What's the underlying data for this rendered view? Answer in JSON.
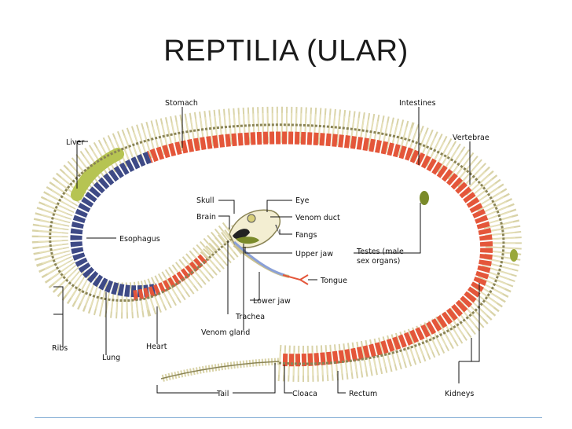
{
  "title": "REPTILIA (ULAR)",
  "labels": {
    "stomach": "Stomach",
    "intestines": "Intestines",
    "liver": "Liver",
    "vertebrae": "Vertebrae",
    "skull": "Skull",
    "brain": "Brain",
    "eye": "Eye",
    "venom_duct": "Venom duct",
    "fangs": "Fangs",
    "upper_jaw": "Upper jaw",
    "esophagus": "Esophagus",
    "testes_line1": "Testes (male",
    "testes_line2": "sex organs)",
    "tongue": "Tongue",
    "lower_jaw": "Lower jaw",
    "trachea": "Trachea",
    "venom_gland": "Venom gland",
    "ribs": "Ribs",
    "lung": "Lung",
    "heart": "Heart",
    "tail": "Tail",
    "cloaca": "Cloaca",
    "rectum": "Rectum",
    "kidneys": "Kidneys"
  },
  "colors": {
    "ribs": "#d9d3a8",
    "vertebrae": "#8a8456",
    "intestine": "#e4563a",
    "lung": "#3e4a86",
    "liver": "#b6c452",
    "gland": "#7a8a2a",
    "trachea": "#8aa0d8"
  }
}
